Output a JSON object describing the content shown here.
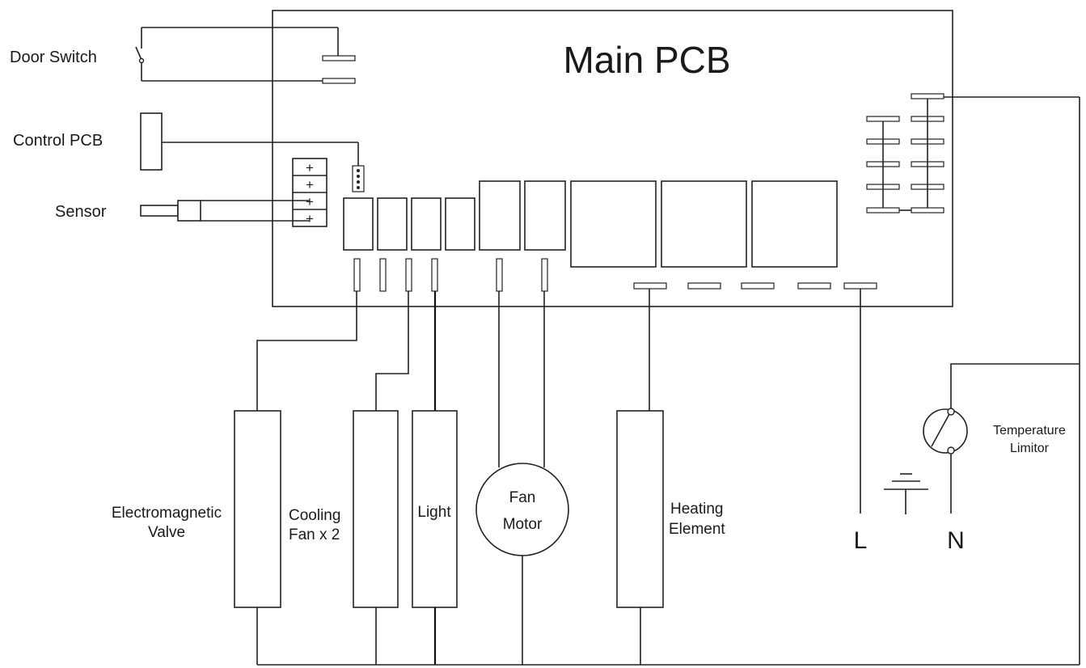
{
  "diagram": {
    "title": "Main PCB",
    "components": {
      "door_switch": "Door Switch",
      "control_pcb": "Control PCB",
      "sensor": "Sensor",
      "valve_line1": "Electromagnetic",
      "valve_line2": "Valve",
      "cooling_line1": "Cooling",
      "cooling_line2": "Fan x 2",
      "light": "Light",
      "fan_line1": "Fan",
      "fan_line2": "Motor",
      "heating_line1": "Heating",
      "heating_line2": "Element",
      "limiter_line1": "Temperature",
      "limiter_line2": "Limitor"
    },
    "terminals": {
      "line": "L",
      "neutral": "N"
    },
    "connector_symbol": "+"
  }
}
